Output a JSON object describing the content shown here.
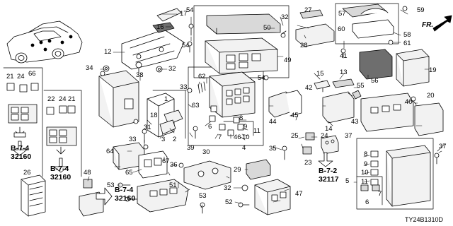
{
  "front_indicator": "FR.",
  "diagram_id": "TY24B1310D",
  "colors": {
    "stroke": "#000000",
    "fill_light": "#f2f2f2",
    "fill_mid": "#d9d9d9",
    "fill_dark": "#6e6e6e"
  },
  "callouts": [
    "1",
    "2",
    "3",
    "4",
    "5",
    "6",
    "7",
    "8",
    "9",
    "10",
    "11",
    "12",
    "13",
    "14",
    "15",
    "16",
    "17",
    "18",
    "19",
    "20",
    "21",
    "22",
    "23",
    "24",
    "25",
    "26",
    "27",
    "28",
    "29",
    "30",
    "31",
    "32",
    "33",
    "34",
    "35",
    "36",
    "37",
    "38",
    "39",
    "40",
    "41",
    "42",
    "43",
    "44",
    "45",
    "46",
    "47",
    "48",
    "49",
    "50",
    "51",
    "52",
    "53",
    "54",
    "55",
    "56",
    "57",
    "58",
    "59",
    "60",
    "61",
    "62",
    "63",
    "64",
    "65",
    "66",
    "67"
  ],
  "references": [
    {
      "group": "B-7-4",
      "page": "32160"
    },
    {
      "group": "B-7-4",
      "page": "32160"
    },
    {
      "group": "B-7-2",
      "page": "32117"
    },
    {
      "group": "B-7-4",
      "page": "32160"
    }
  ]
}
